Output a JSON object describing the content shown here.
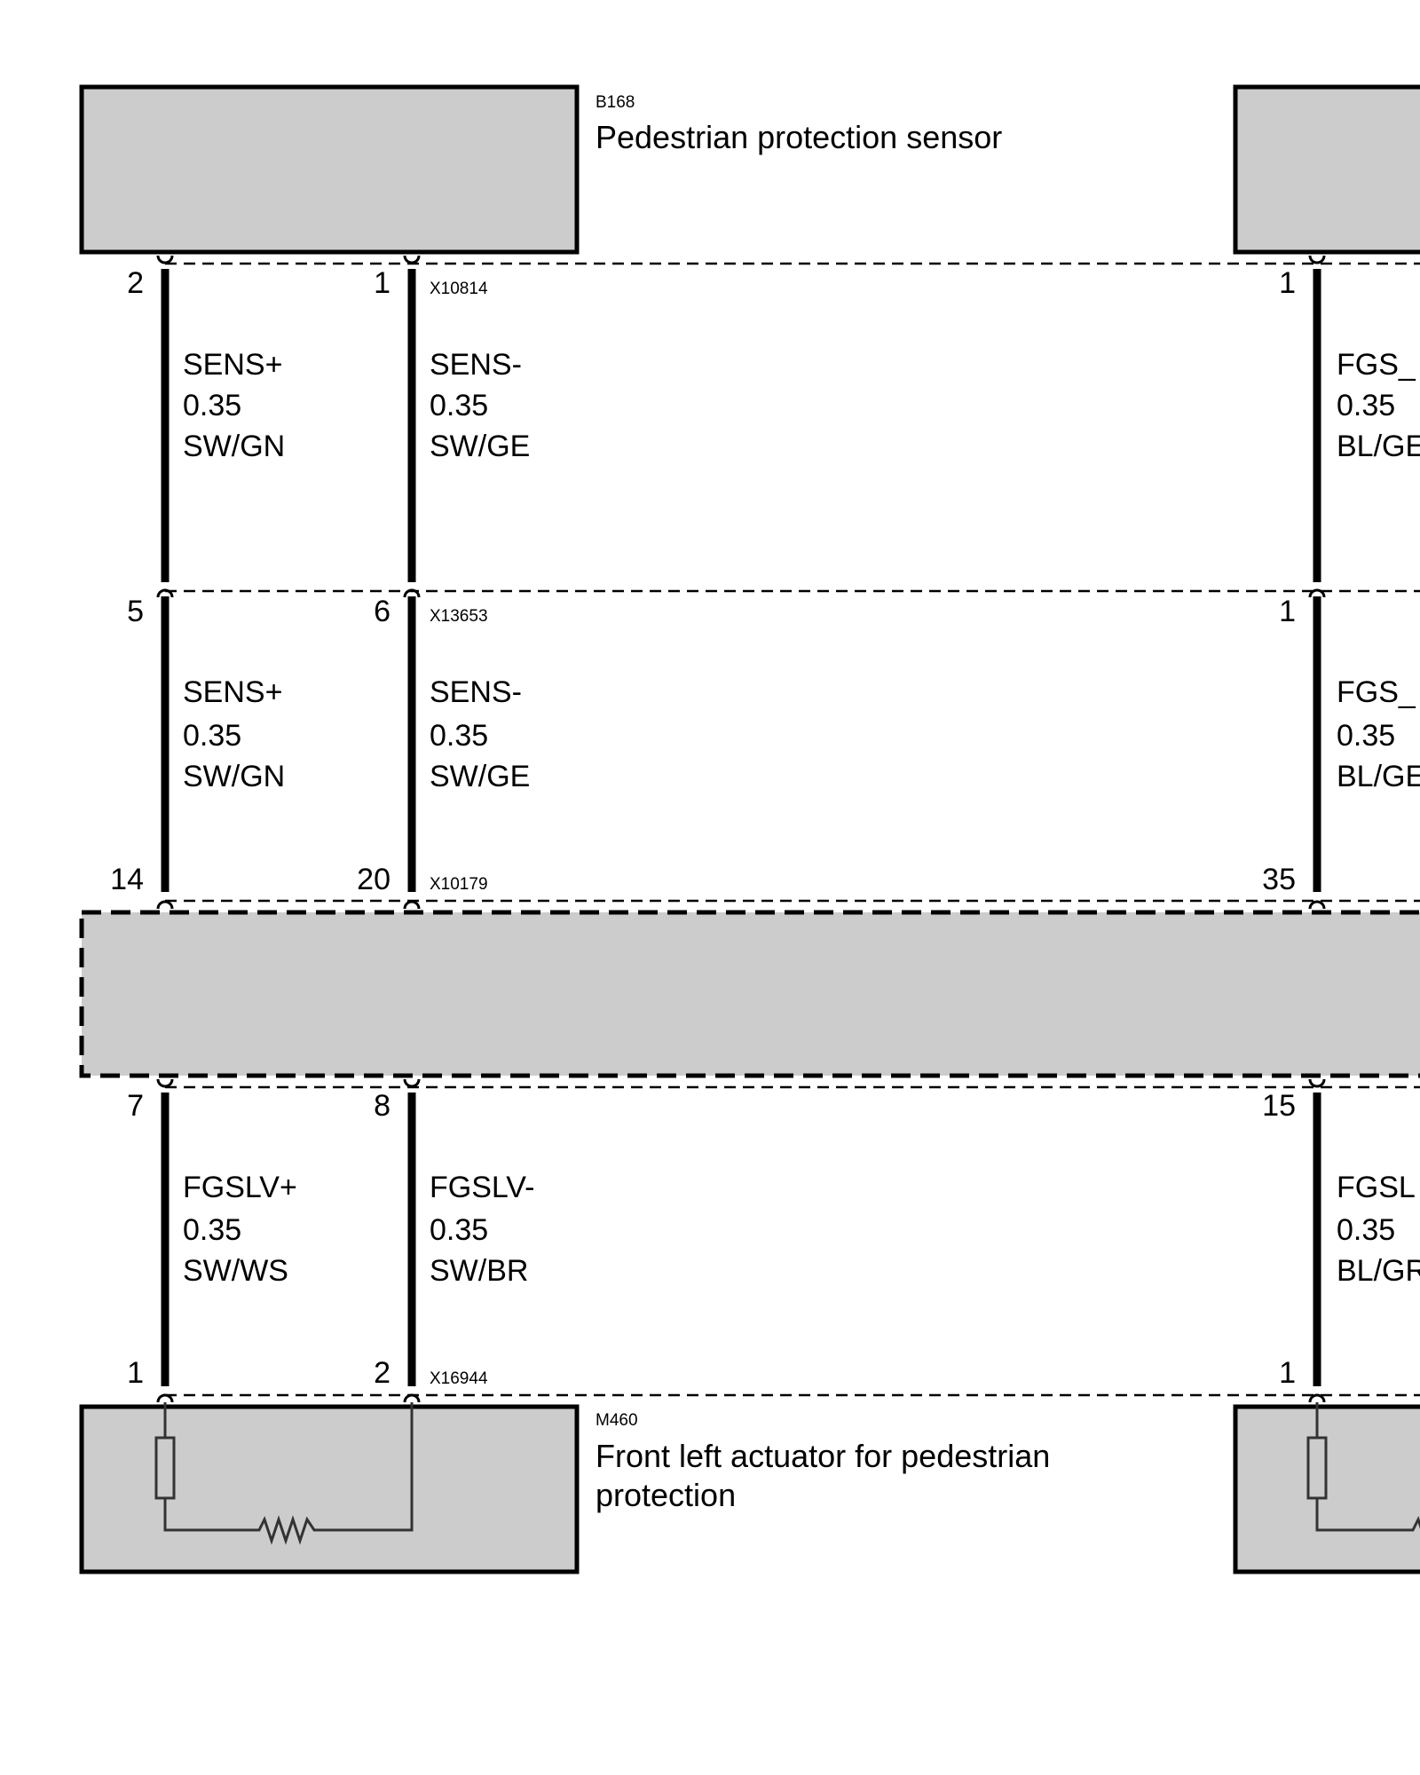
{
  "components": {
    "sensor": {
      "id": "B168",
      "name": "Pedestrian protection sensor"
    },
    "actuator": {
      "id": "M460",
      "name_line1": "Front left actuator for pedestrian",
      "name_line2": "protection"
    }
  },
  "connectors": {
    "c1": "X10814",
    "c2": "X13653",
    "c3": "X10179",
    "c4": "X16944"
  },
  "pins": {
    "left": {
      "c1": "2",
      "c2": "5",
      "c3_top": "14",
      "c3_bottom": "7",
      "c4": "1"
    },
    "right": {
      "c1": "1",
      "c2": "6",
      "c3_top": "20",
      "c3_bottom": "8",
      "c4": "2"
    },
    "far": {
      "c1": "1",
      "c2": "1",
      "c3_top": "35",
      "c3_bottom": "15",
      "c4": "1"
    }
  },
  "wires": {
    "seg1_left": {
      "signal": "SENS+",
      "size": "0.35",
      "color": "SW/GN"
    },
    "seg1_right": {
      "signal": "SENS-",
      "size": "0.35",
      "color": "SW/GE"
    },
    "seg2_left": {
      "signal": "SENS+",
      "size": "0.35",
      "color": "SW/GN"
    },
    "seg2_right": {
      "signal": "SENS-",
      "size": "0.35",
      "color": "SW/GE"
    },
    "seg3_left": {
      "signal": "FGSLV+",
      "size": "0.35",
      "color": "SW/WS"
    },
    "seg3_right": {
      "signal": "FGSLV-",
      "size": "0.35",
      "color": "SW/BR"
    },
    "seg1_far": {
      "signal": "FGS_",
      "size": "0.35",
      "color": "BL/GE"
    },
    "seg2_far": {
      "signal": "FGS_",
      "size": "0.35",
      "color": "BL/GE"
    },
    "seg3_far": {
      "signal": "FGSL",
      "size": "0.35",
      "color": "BL/GR"
    }
  }
}
